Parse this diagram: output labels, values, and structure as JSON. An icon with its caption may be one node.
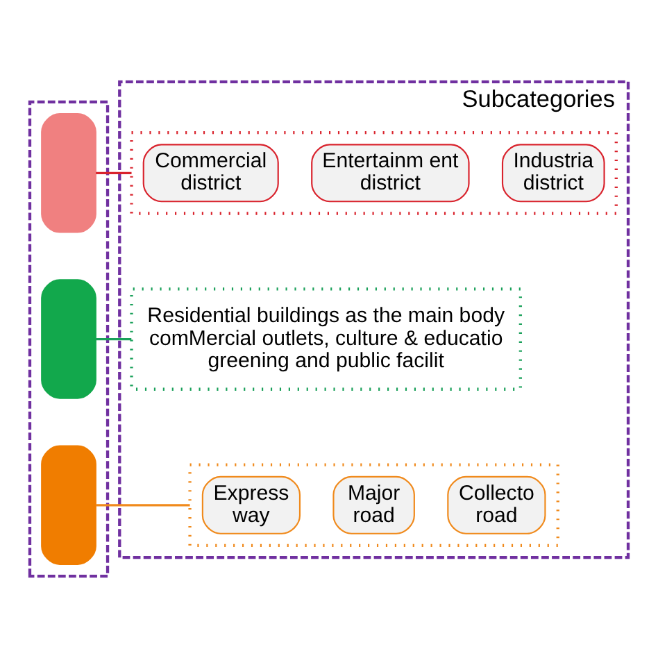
{
  "diagram": {
    "nodes": [
      {
        "text": [],
        "shape": "box"
      },
      {
        "text": [],
        "shape": "box",
        "in": 0
      },
      {
        "text": [],
        "shape": "box",
        "in": 0
      },
      {
        "text": [],
        "shape": "box",
        "in": 0
      },
      {
        "text": [
          "Subcategories"
        ]
      },
      {
        "text": [],
        "shape": "box",
        "in": 4
      },
      {
        "text": [
          "Commercial district"
        ],
        "in": 5
      },
      {
        "text": [
          "Entertainm ent district"
        ],
        "in": 5
      },
      {
        "text": [
          "Industria district"
        ],
        "in": 5
      },
      {
        "text": [
          "Residential buildings as the main body comMercial outlets, culture & educatio greening and public facilit"
        ],
        "in": 4
      },
      {
        "text": [],
        "shape": "box",
        "in": 4
      },
      {
        "text": [
          "Express way"
        ],
        "in": 10
      },
      {
        "text": [
          "Major road"
        ],
        "in": 10
      },
      {
        "text": [
          "Collecto road"
        ],
        "in": 10
      }
    ],
    "edges": [
      {
        "from": 1,
        "to": 5,
        "arrow": "none",
        "color": "#d9232d"
      },
      {
        "from": 2,
        "to": 9,
        "arrow": "none",
        "color": "#1aa05a"
      },
      {
        "from": 3,
        "to": 10,
        "arrow": "none",
        "color": "#f08a1c"
      }
    ]
  }
}
